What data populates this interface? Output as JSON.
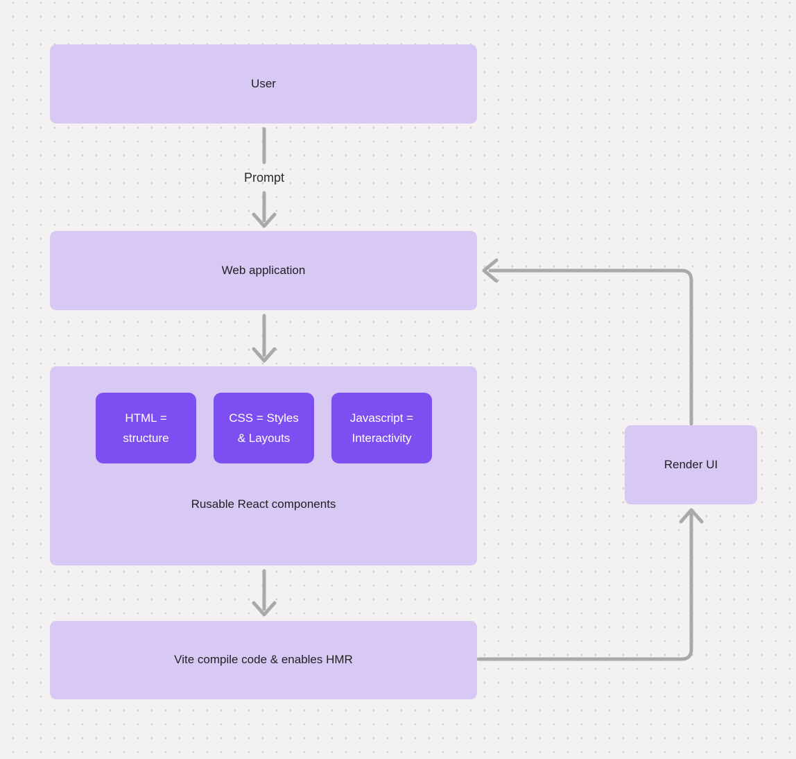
{
  "diagram": {
    "nodes": {
      "user": {
        "label": "User"
      },
      "web_application": {
        "label": "Web application"
      },
      "components_group": {
        "label": "Rusable React components",
        "cards": [
          {
            "line1": "HTML =",
            "line2": "structure"
          },
          {
            "line1": "CSS = Styles",
            "line2": "& Layouts"
          },
          {
            "line1": "Javascript =",
            "line2": "Interactivity"
          }
        ]
      },
      "vite": {
        "label": "Vite compile code & enables HMR"
      },
      "render_ui": {
        "label": "Render UI"
      }
    },
    "edges": {
      "user_to_webapp": {
        "label": "Prompt"
      }
    },
    "colors": {
      "node_fill_light": "#d7c9f4",
      "card_fill_accent": "#7d4ff0",
      "card_text": "#ffffff",
      "node_text": "#1f1f24",
      "connector": "#a9a9a9",
      "background": "#f3f2f0",
      "dot_grid": "#cfcecc"
    }
  }
}
